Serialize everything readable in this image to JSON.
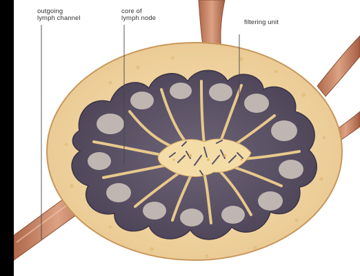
{
  "labels": {
    "outgoing_channel": "outgoing\nlymph channel",
    "core": "core of\nlymph node",
    "filtering_unit": "filtering unit"
  },
  "colors": {
    "background": "#000000",
    "figure_bg": "#ffffff",
    "vessel": "#c98a6a",
    "vessel_shade": "#9a5a40",
    "capsule": "#f1d9a8",
    "capsule_edge": "#d4a86a",
    "cortex_dark": "#5a5066",
    "cortex_mid": "#7d7285",
    "follicle": "#c7bcb6",
    "medulla": "#f3dca6",
    "leader_line": "#444444"
  }
}
